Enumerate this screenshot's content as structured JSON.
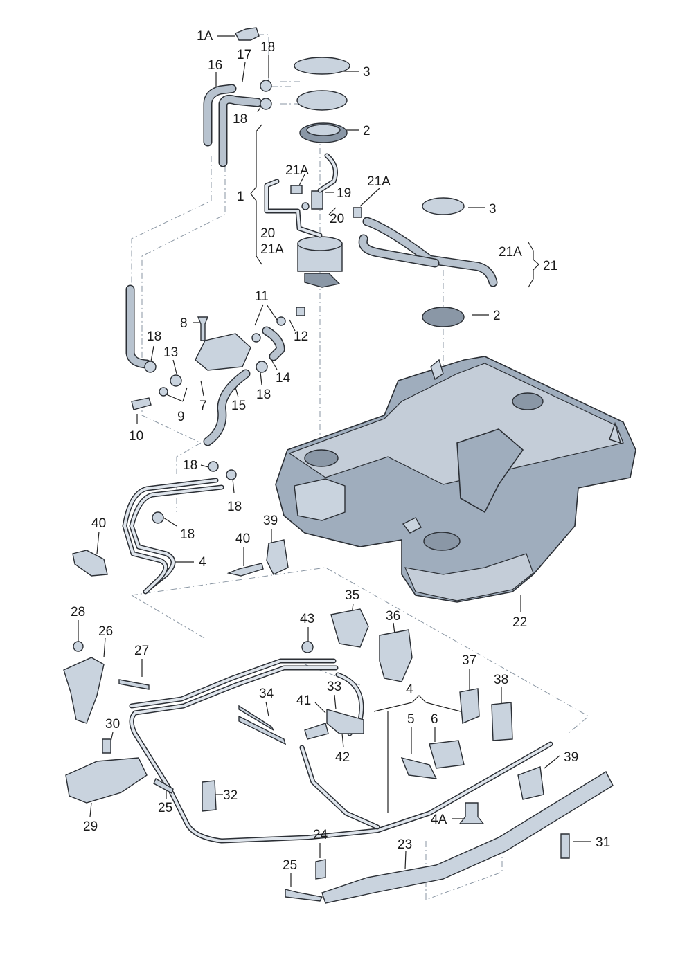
{
  "diagram": {
    "callouts": {
      "c1A": "1A",
      "c18a": "18",
      "c17": "17",
      "c16": "16",
      "c3a": "3",
      "c18b": "18",
      "c2a": "2",
      "c21Aa": "21A",
      "c1": "1",
      "c19": "19",
      "c21Ab": "21A",
      "c20a": "20",
      "c3b": "3",
      "c20b": "20",
      "c21Ac": "21A",
      "c21Ad": "21A",
      "c21": "21",
      "c2b": "2",
      "c11": "11",
      "c8": "8",
      "c12": "12",
      "c18c": "18",
      "c13": "13",
      "c14": "14",
      "c7": "7",
      "c15": "15",
      "c18d": "18",
      "c9": "9",
      "c10": "10",
      "c18e": "18",
      "c18f": "18",
      "c18g": "18",
      "c40a": "40",
      "c39a": "39",
      "c40b": "40",
      "c4a": "4",
      "c22": "22",
      "c28": "28",
      "c26": "26",
      "c35": "35",
      "c43": "43",
      "c36": "36",
      "c27": "27",
      "c37": "37",
      "c38": "38",
      "c34": "34",
      "c33": "33",
      "c4b": "4",
      "c30": "30",
      "c41": "41",
      "c5": "5",
      "c6": "6",
      "c42": "42",
      "c39b": "39",
      "c25a": "25",
      "c32": "32",
      "c29": "29",
      "c4A": "4A",
      "c24": "24",
      "c23": "23",
      "c31": "31",
      "c25b": "25"
    }
  }
}
